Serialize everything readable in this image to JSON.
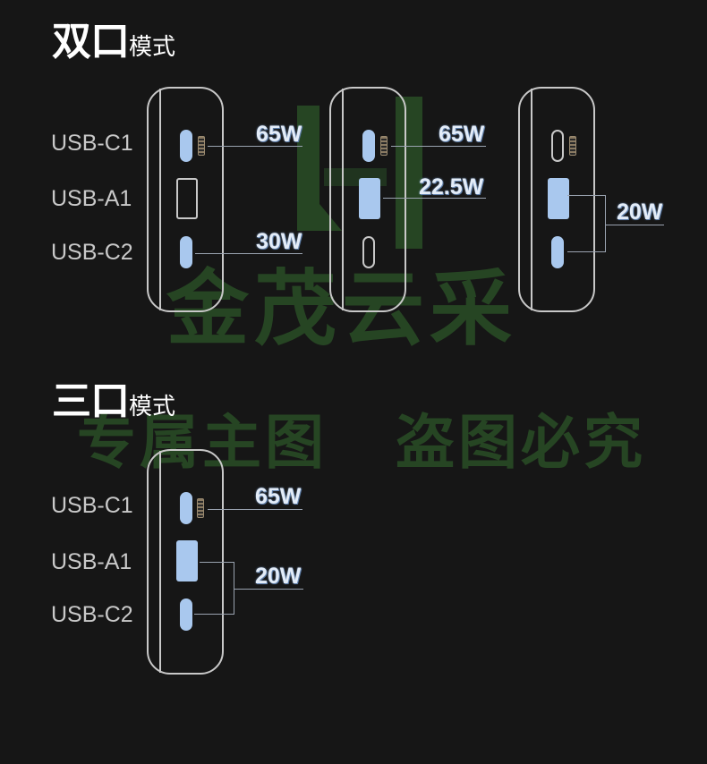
{
  "sections": {
    "dual": {
      "title_big": "双口",
      "title_small": "模式"
    },
    "triple": {
      "title_big": "三口",
      "title_small": "模式"
    }
  },
  "ports": {
    "c1": "USB-C1",
    "a1": "USB-A1",
    "c2": "USB-C2"
  },
  "dual_configs": [
    {
      "c1": "65W",
      "c2": "30W"
    },
    {
      "c1": "65W",
      "a1": "22.5W"
    },
    {
      "shared": "20W"
    }
  ],
  "triple_config": {
    "c1": "65W",
    "shared": "20W"
  },
  "watermark": {
    "line1": "金茂云采",
    "line2a": "专属主图",
    "line2b": "盗图必究"
  },
  "colors": {
    "port_active": "#a9c8ee",
    "outline": "#c8c8c8",
    "background": "#161616",
    "watermark": "#346e30"
  }
}
